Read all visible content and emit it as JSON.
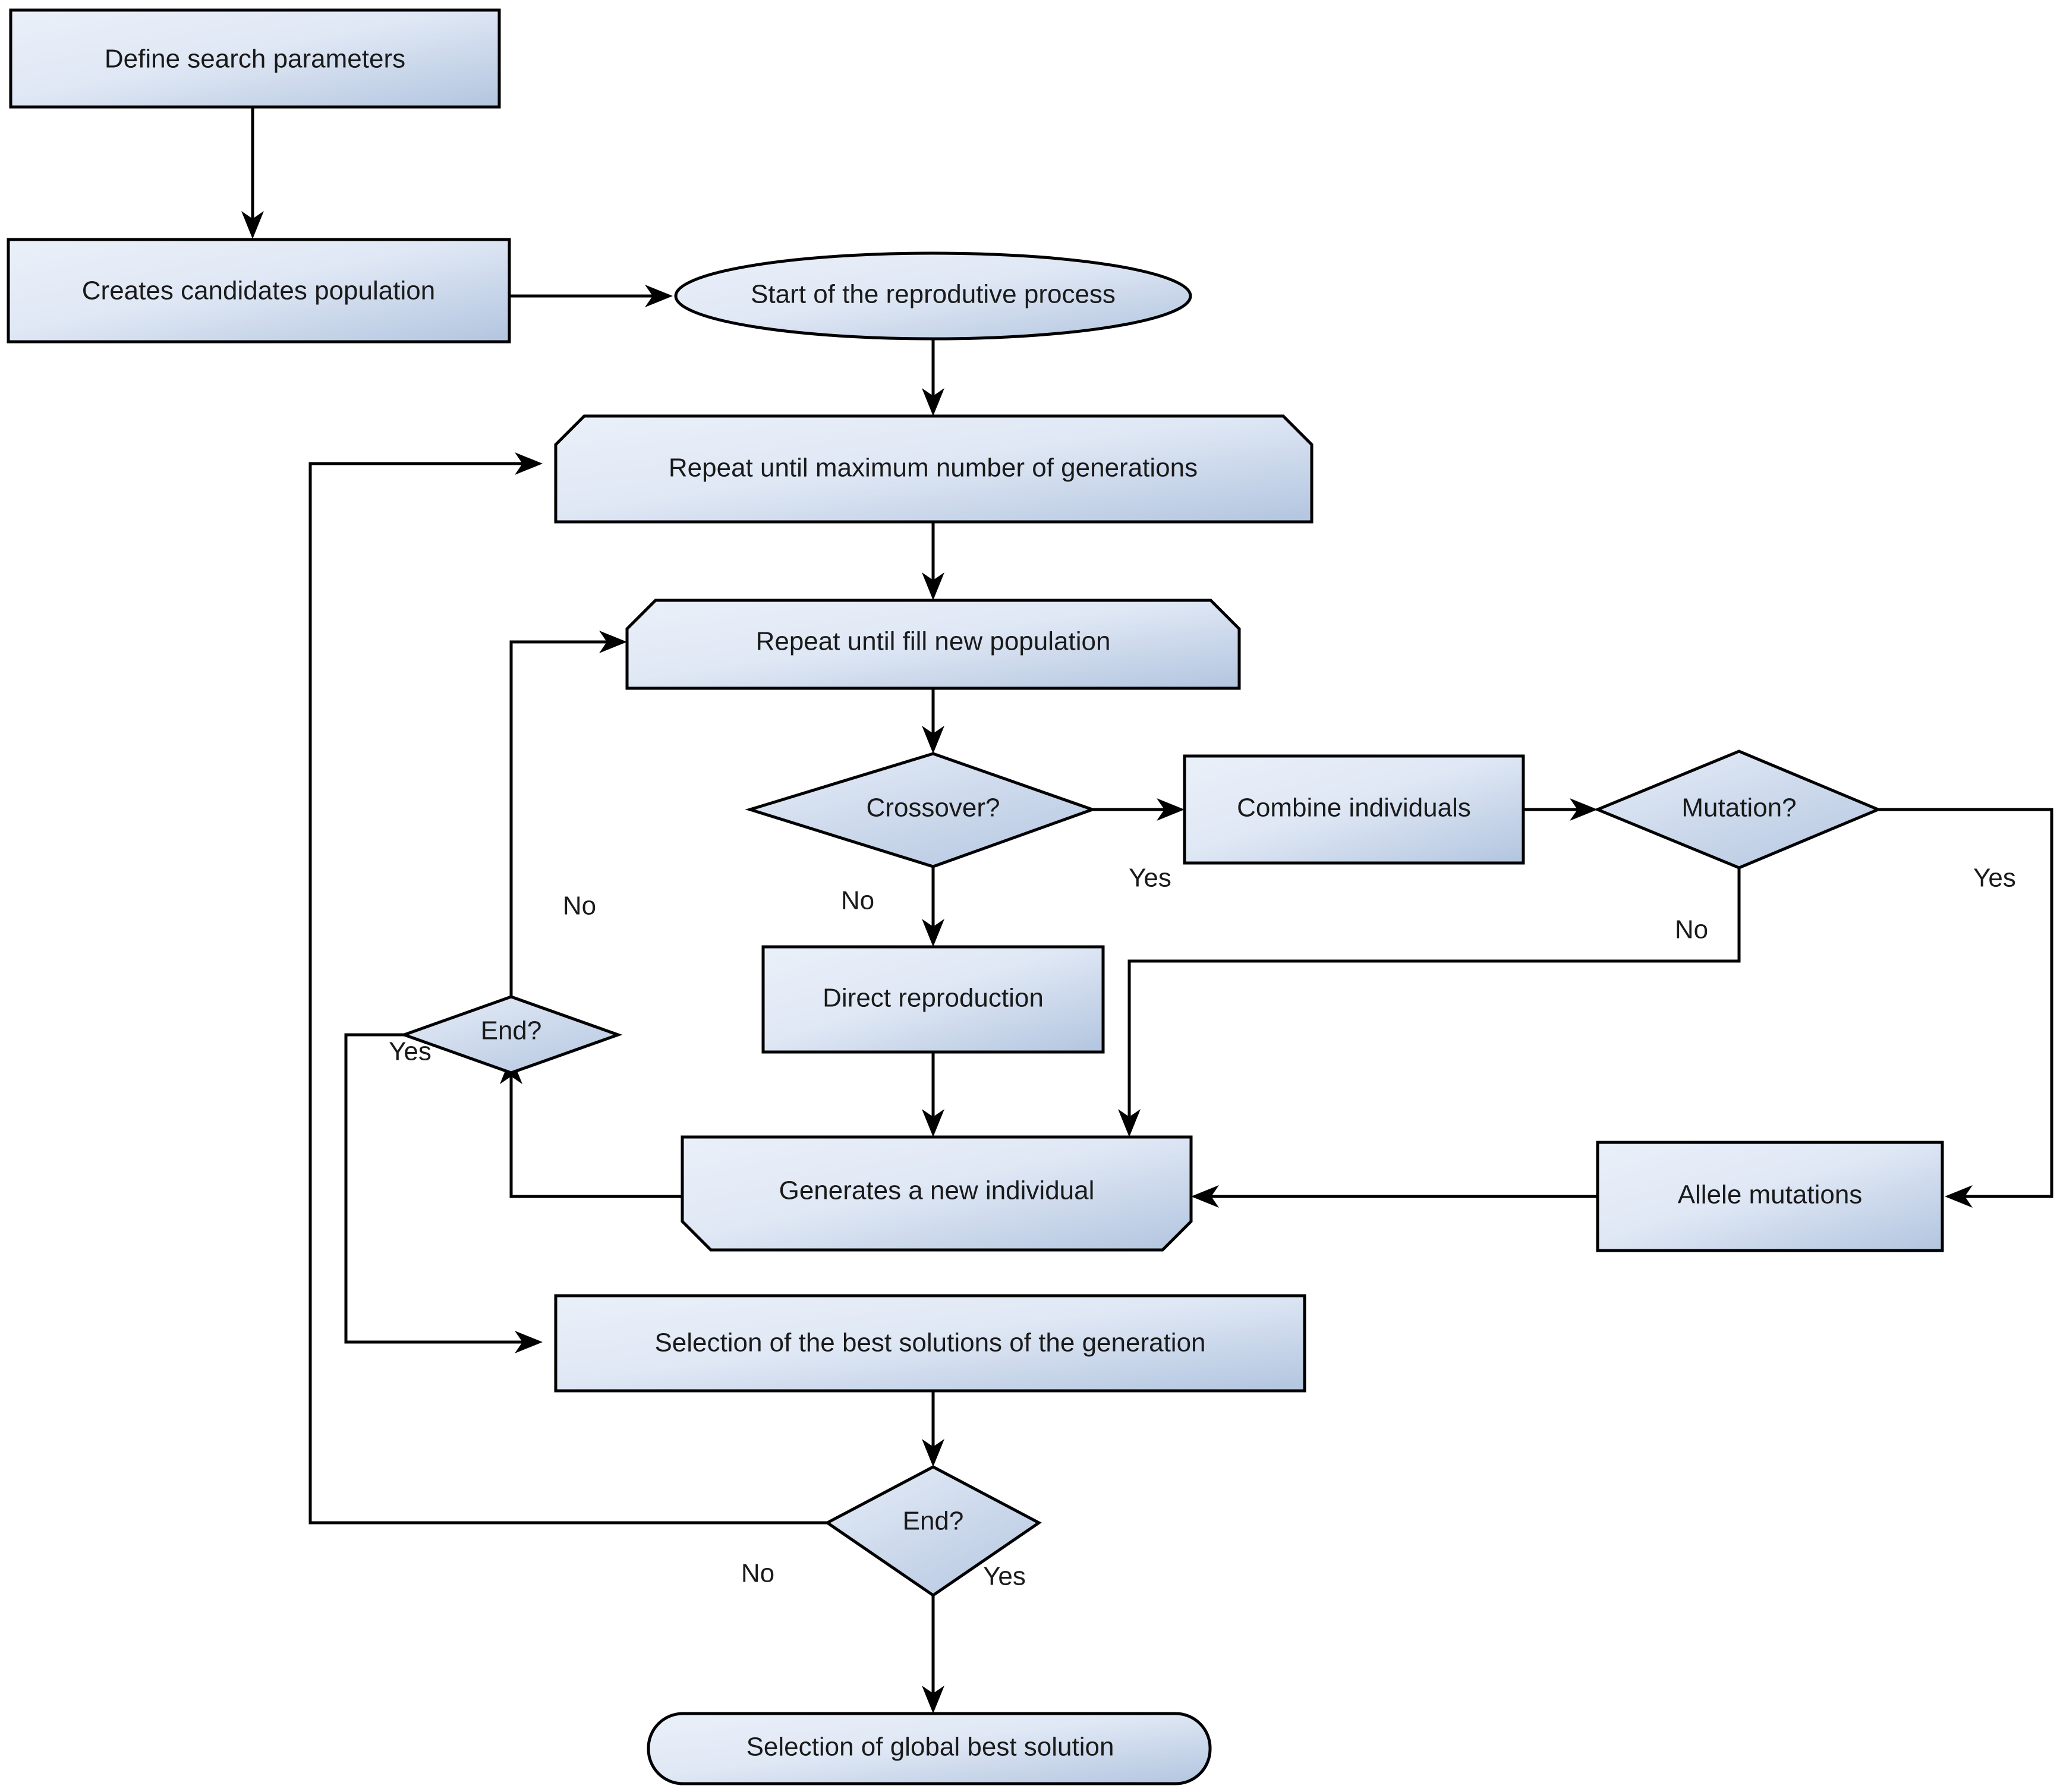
{
  "diagram": {
    "title": "Genetic algorithm flowchart",
    "colors": {
      "fill_light": "#e8eef8",
      "fill_dark": "#b4c7e0",
      "stroke": "#000000",
      "text": "#1a1a1a",
      "background": "#ffffff"
    },
    "nodes": [
      {
        "id": "define-search-parameters",
        "label": "Define search parameters",
        "shape": "rectangle"
      },
      {
        "id": "creates-candidates-population",
        "label": "Creates candidates population",
        "shape": "rectangle"
      },
      {
        "id": "start-reproductive-process",
        "label": "Start of the reprodutive process",
        "shape": "ellipse"
      },
      {
        "id": "repeat-max-generations",
        "label": "Repeat until maximum number of generations",
        "shape": "loop-limit-top"
      },
      {
        "id": "repeat-fill-new-population",
        "label": "Repeat until fill new population",
        "shape": "loop-limit-top"
      },
      {
        "id": "crossover-decision",
        "label": "Crossover?",
        "shape": "diamond"
      },
      {
        "id": "combine-individuals",
        "label": "Combine individuals",
        "shape": "rectangle"
      },
      {
        "id": "mutation-decision",
        "label": "Mutation?",
        "shape": "diamond"
      },
      {
        "id": "direct-reproduction",
        "label": "Direct reproduction",
        "shape": "rectangle"
      },
      {
        "id": "allele-mutations",
        "label": "Allele mutations",
        "shape": "rectangle"
      },
      {
        "id": "generates-new-individual",
        "label": "Generates a new individual",
        "shape": "loop-limit-bottom"
      },
      {
        "id": "inner-end-decision",
        "label": "End?",
        "shape": "diamond"
      },
      {
        "id": "selection-best-solutions",
        "label": "Selection of the best solutions of the generation",
        "shape": "rectangle"
      },
      {
        "id": "outer-end-decision",
        "label": "End?",
        "shape": "diamond"
      },
      {
        "id": "selection-global-best",
        "label": "Selection of global best solution",
        "shape": "stadium"
      }
    ],
    "edge_labels": [
      {
        "id": "crossover-no",
        "label": "No",
        "from": "crossover-decision",
        "to": "direct-reproduction"
      },
      {
        "id": "crossover-yes",
        "label": "Yes",
        "from": "crossover-decision",
        "to": "combine-individuals"
      },
      {
        "id": "mutation-no",
        "label": "No",
        "from": "mutation-decision",
        "to": "generates-new-individual"
      },
      {
        "id": "mutation-yes",
        "label": "Yes",
        "from": "mutation-decision",
        "to": "allele-mutations"
      },
      {
        "id": "inner-end-no",
        "label": "No",
        "from": "inner-end-decision",
        "to": "repeat-fill-new-population"
      },
      {
        "id": "inner-end-yes",
        "label": "Yes",
        "from": "inner-end-decision",
        "to": "selection-best-solutions"
      },
      {
        "id": "outer-end-no",
        "label": "No",
        "from": "outer-end-decision",
        "to": "repeat-max-generations"
      },
      {
        "id": "outer-end-yes",
        "label": "Yes",
        "from": "outer-end-decision",
        "to": "selection-global-best"
      }
    ]
  }
}
